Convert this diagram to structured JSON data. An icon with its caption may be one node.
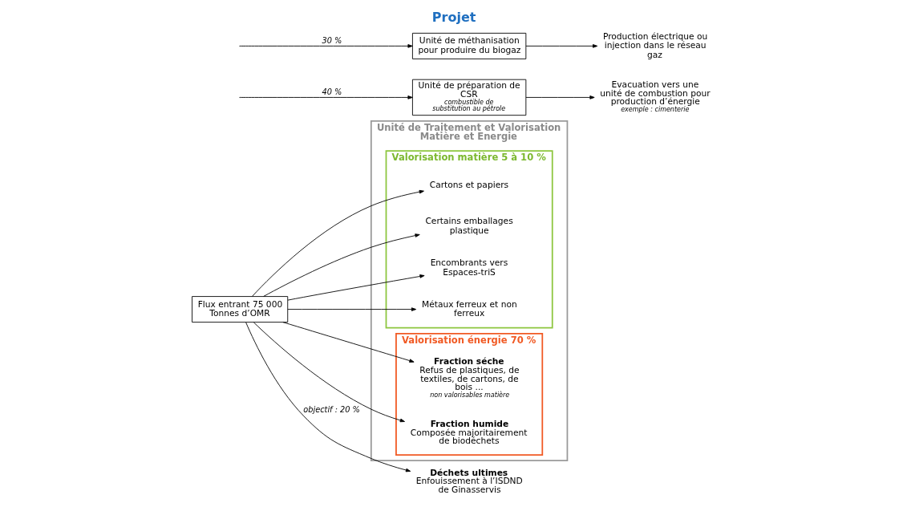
{
  "diagram": {
    "title": "Projet",
    "nodes": [
      {
        "text": [
          "Unité de Traitement et Valorisation Matière et Energie"
        ]
      },
      {
        "text": [
          "Valorisation matière 5 à 10 %"
        ],
        "in": 0
      },
      {
        "text": [
          "Valorisation énergie 70 %"
        ],
        "in": 0
      },
      {
        "text": [
          "Cartons et papiers"
        ],
        "in": 1
      },
      {
        "text": [
          "Certains emballages plastique"
        ],
        "in": 1
      },
      {
        "text": [
          "Encombrants vers Espaces-triS"
        ],
        "in": 1
      },
      {
        "text": [
          "Métaux ferreux et non ferreux"
        ],
        "in": 1
      },
      {
        "text": [
          "Fraction séche",
          "Refus de plastiques, de textiles, de cartons, de bois ...",
          "non valorisables matière"
        ],
        "in": 2
      },
      {
        "text": [
          "Fraction humide",
          "Composée majoritairement de biodéchets"
        ],
        "in": 2
      },
      {
        "text": [
          "Flux entrant 75 000 Tonnes d’OMR"
        ]
      },
      {
        "text": [
          "Unité de préparation de CSR",
          "combustible de substitution au pétrole"
        ]
      },
      {
        "text": [
          "Evacuation vers une unité de combustion pour production d’énergie",
          "exemple : cimenterie"
        ]
      },
      {
        "text": [
          "Déchets ultimes",
          "Enfouissement à l’ISDND de Ginasservis"
        ]
      },
      {
        "text": [
          "Unité de méthanisation pour produire du biogaz"
        ]
      },
      {
        "text": [
          "Production électrique ou injection dans le réseau gaz"
        ]
      }
    ],
    "edges": [
      {
        "from": 9,
        "to": 3,
        "arrow": "to"
      },
      {
        "from": 9,
        "to": 4,
        "arrow": "to"
      },
      {
        "from": 9,
        "to": 5,
        "arrow": "to"
      },
      {
        "from": 9,
        "to": 6,
        "arrow": "to"
      },
      {
        "from": 9,
        "to": 7,
        "arrow": "to"
      },
      {
        "from": 9,
        "to": 8,
        "arrow": "to"
      },
      {
        "from": 9,
        "to": 12,
        "arrow": "to",
        "label": "objectif : 20 %"
      },
      {
        "from": null,
        "to": 10,
        "arrow": "to",
        "label": "40 %"
      },
      {
        "from": 10,
        "to": 11,
        "arrow": "to"
      },
      {
        "from": null,
        "to": 13,
        "arrow": "to",
        "label": "30 %"
      },
      {
        "from": 13,
        "to": 14,
        "arrow": "to"
      }
    ]
  }
}
